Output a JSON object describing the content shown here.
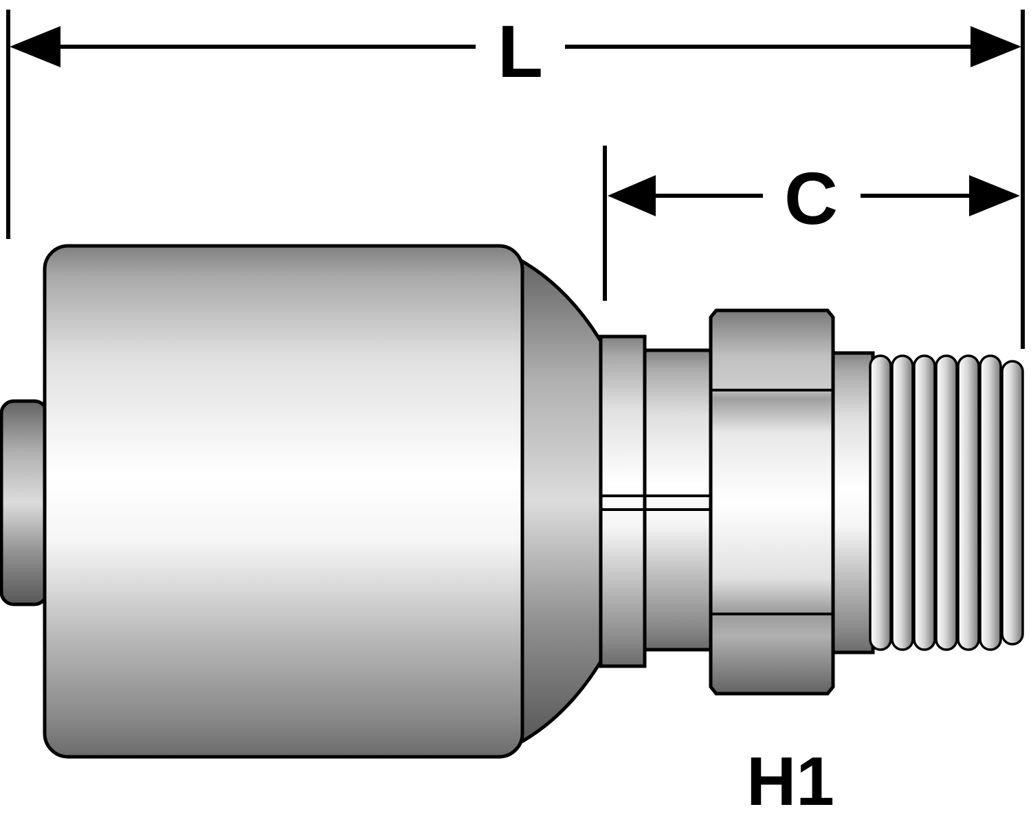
{
  "labels": {
    "overall_length": "L",
    "cutoff_length": "C",
    "hex_size": "H1"
  },
  "colors": {
    "line": "#000000",
    "background": "#ffffff",
    "metal_highlight": "#ffffff",
    "metal_light": "#e0e0e0",
    "metal_mid": "#a9a9a9",
    "metal_dark": "#636363"
  }
}
